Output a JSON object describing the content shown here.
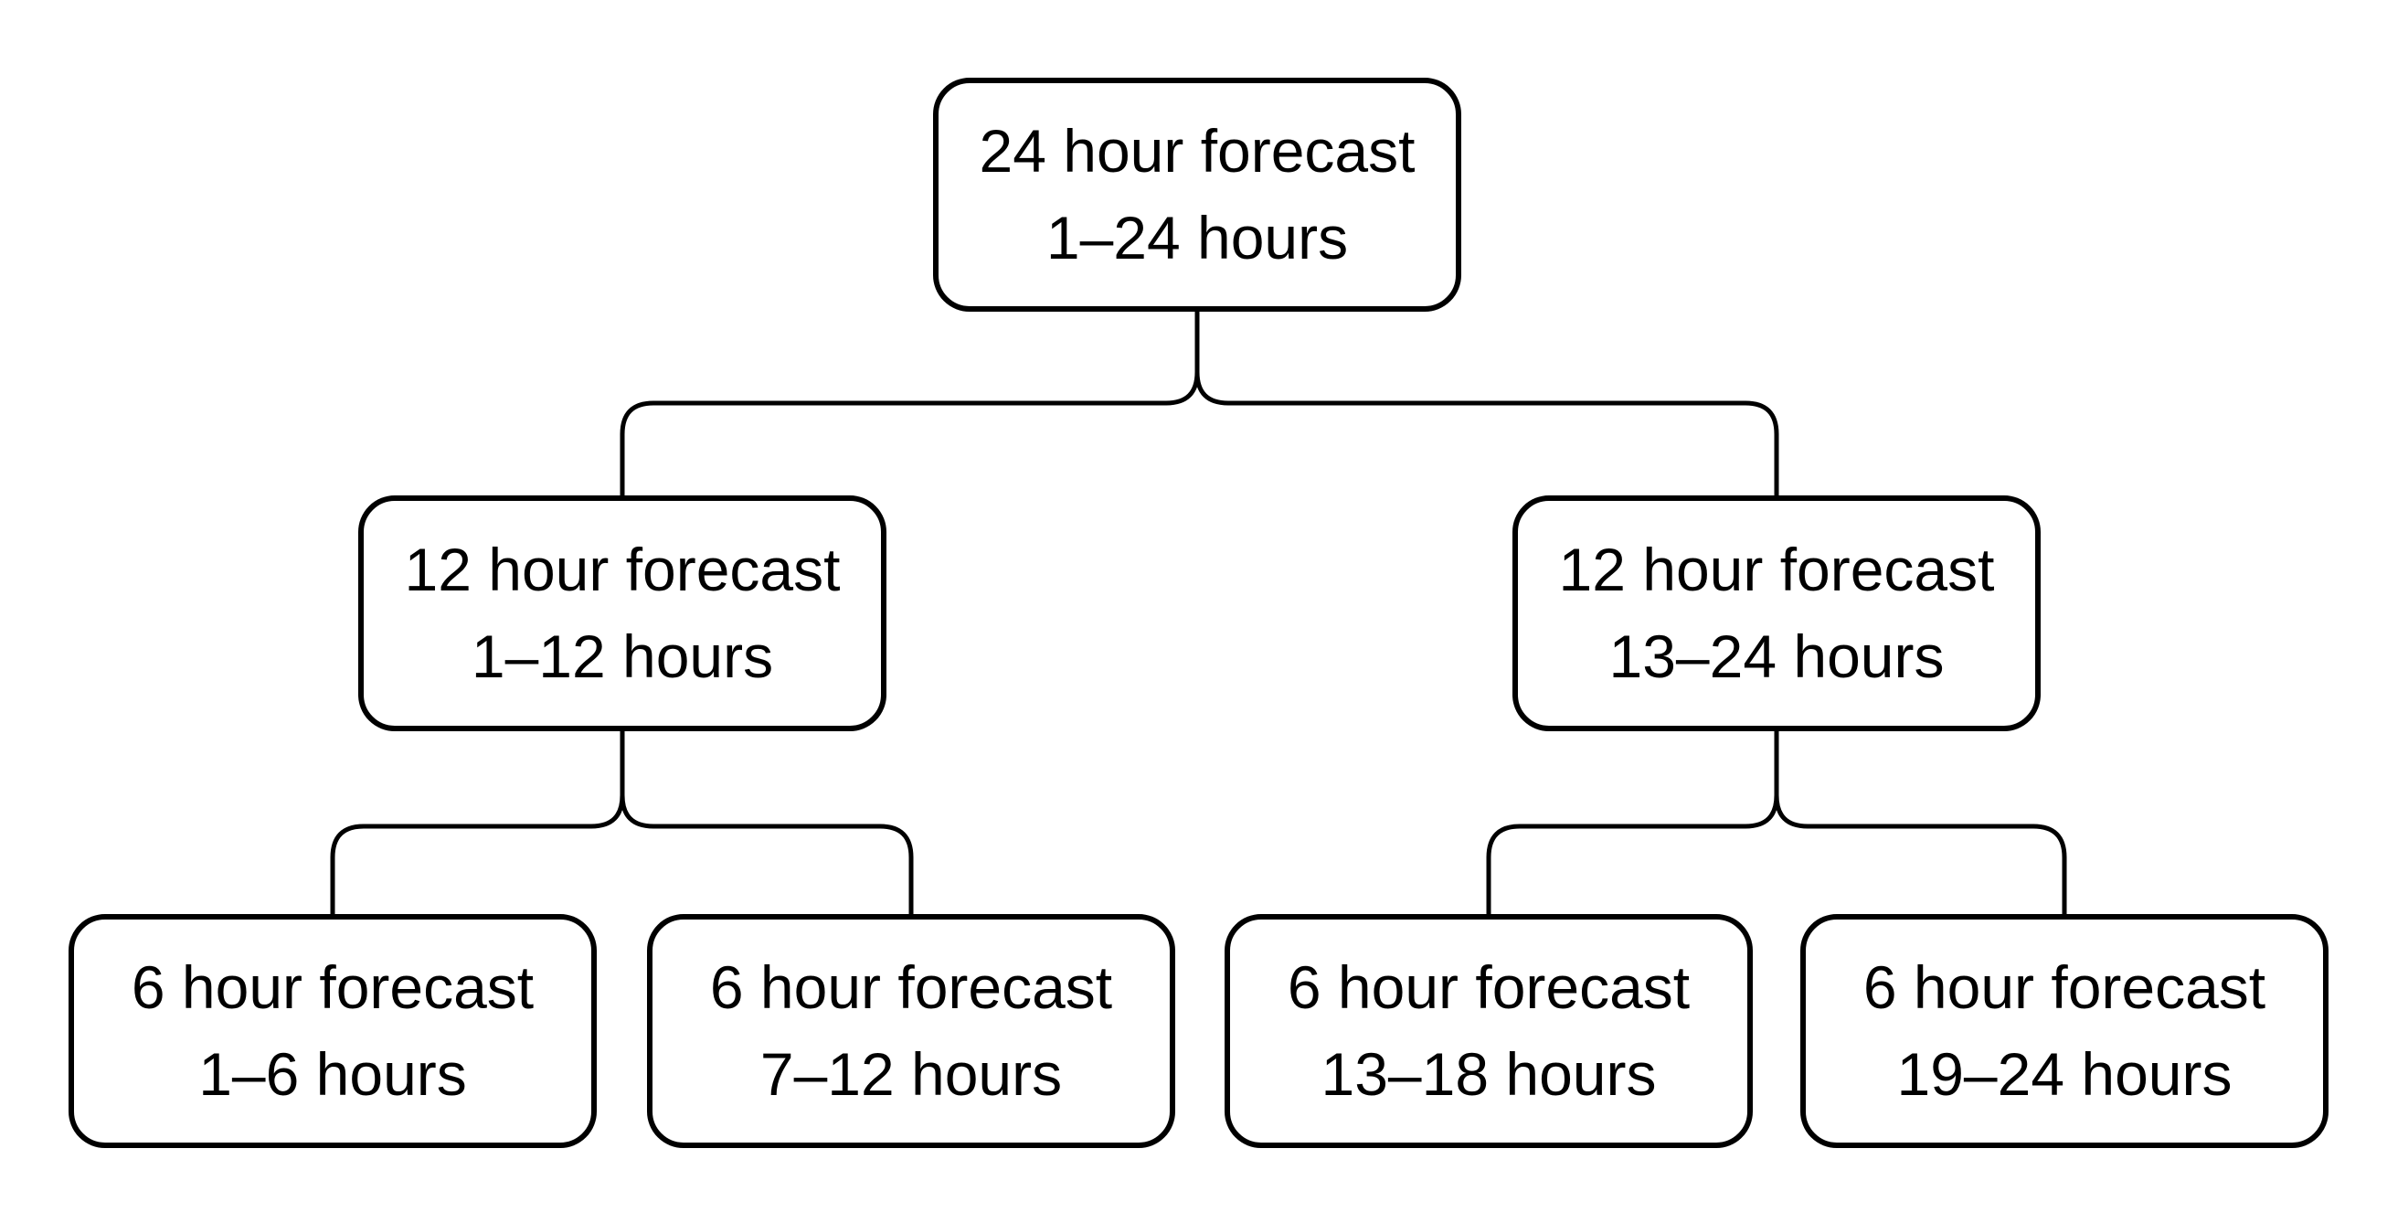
{
  "diagram": {
    "colors": {
      "background": "#ffffff",
      "box_fill": "#ffffff",
      "box_border": "#000000",
      "connector_line": "#000000",
      "text": "#000000"
    },
    "nodes": [
      {
        "line1": "24 hour forecast",
        "line2": "1–24 hours"
      },
      {
        "line1": "12 hour forecast",
        "line2": "1–12 hours"
      },
      {
        "line1": "12 hour forecast",
        "line2": "13–24 hours"
      },
      {
        "line1": "6 hour forecast",
        "line2": "1–6 hours"
      },
      {
        "line1": "6 hour forecast",
        "line2": "7–12 hours"
      },
      {
        "line1": "6 hour forecast",
        "line2": "13–18 hours"
      },
      {
        "line1": "6 hour forecast",
        "line2": "19–24 hours"
      }
    ]
  }
}
